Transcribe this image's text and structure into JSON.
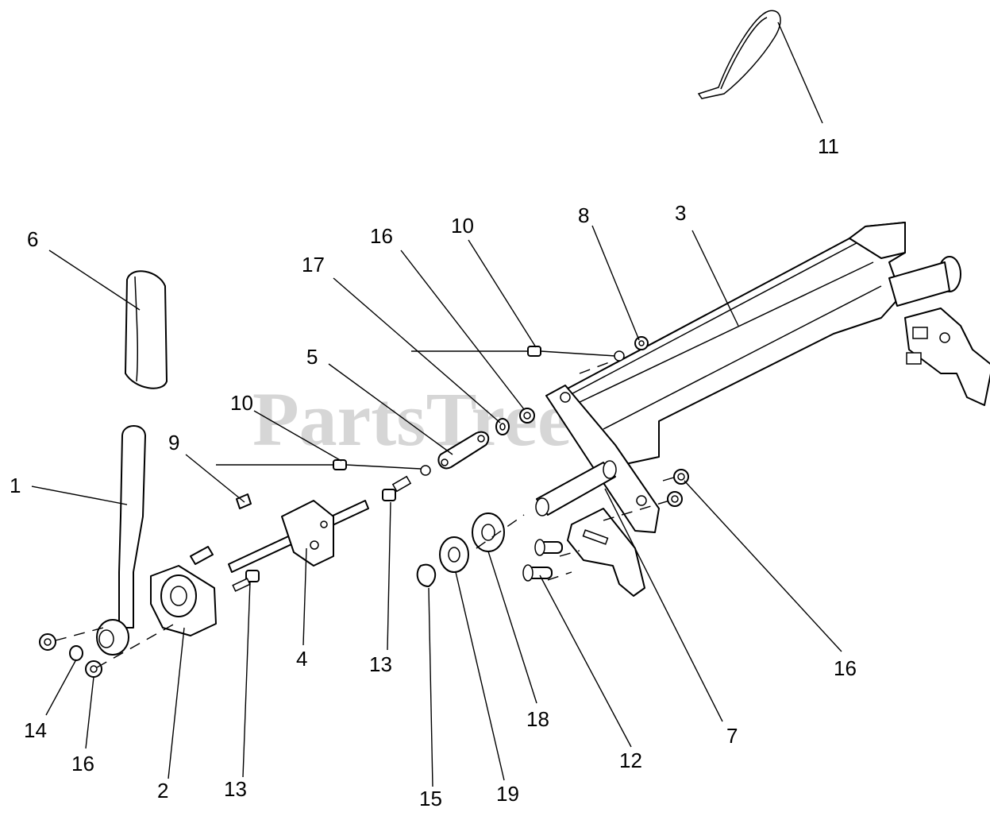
{
  "diagram": {
    "watermark": "PartsTree",
    "watermark_mark": "™",
    "callouts": [
      {
        "id": "c1",
        "label": "1"
      },
      {
        "id": "c2",
        "label": "2"
      },
      {
        "id": "c3",
        "label": "3"
      },
      {
        "id": "c4",
        "label": "4"
      },
      {
        "id": "c5",
        "label": "5"
      },
      {
        "id": "c6",
        "label": "6"
      },
      {
        "id": "c7",
        "label": "7"
      },
      {
        "id": "c8",
        "label": "8"
      },
      {
        "id": "c9",
        "label": "9"
      },
      {
        "id": "c10a",
        "label": "10"
      },
      {
        "id": "c10b",
        "label": "10"
      },
      {
        "id": "c11",
        "label": "11"
      },
      {
        "id": "c12",
        "label": "12"
      },
      {
        "id": "c13a",
        "label": "13"
      },
      {
        "id": "c13b",
        "label": "13"
      },
      {
        "id": "c14",
        "label": "14"
      },
      {
        "id": "c15",
        "label": "15"
      },
      {
        "id": "c16a",
        "label": "16"
      },
      {
        "id": "c16b",
        "label": "16"
      },
      {
        "id": "c16c",
        "label": "16"
      },
      {
        "id": "c17",
        "label": "17"
      },
      {
        "id": "c18",
        "label": "18"
      },
      {
        "id": "c19",
        "label": "19"
      }
    ]
  }
}
